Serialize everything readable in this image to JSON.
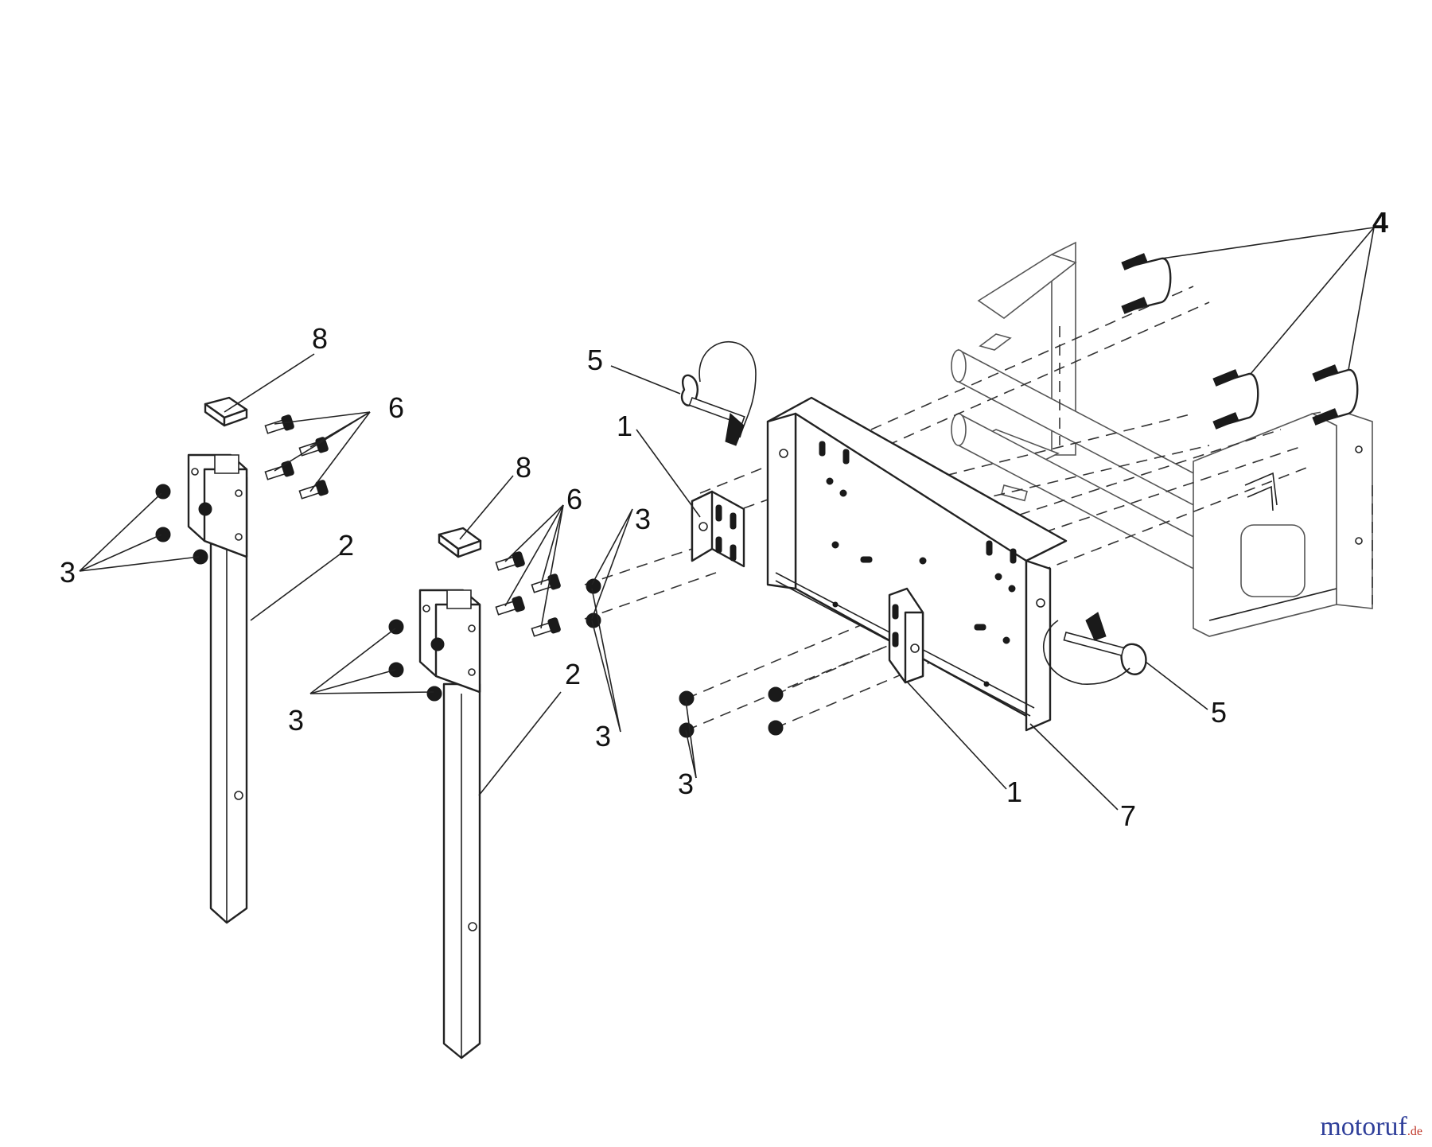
{
  "figure": {
    "callouts": {
      "c1a": "1",
      "c1b": "1",
      "c2a": "2",
      "c2b": "2",
      "c3a": "3",
      "c3b": "3",
      "c3c": "3",
      "c3d": "3",
      "c3e": "3",
      "c4": "4",
      "c5a": "5",
      "c5b": "5",
      "c6a": "6",
      "c6b": "6",
      "c7": "7",
      "c8a": "8",
      "c8b": "8"
    }
  },
  "watermark": {
    "brand": "motoruf",
    "tld": ".de"
  }
}
